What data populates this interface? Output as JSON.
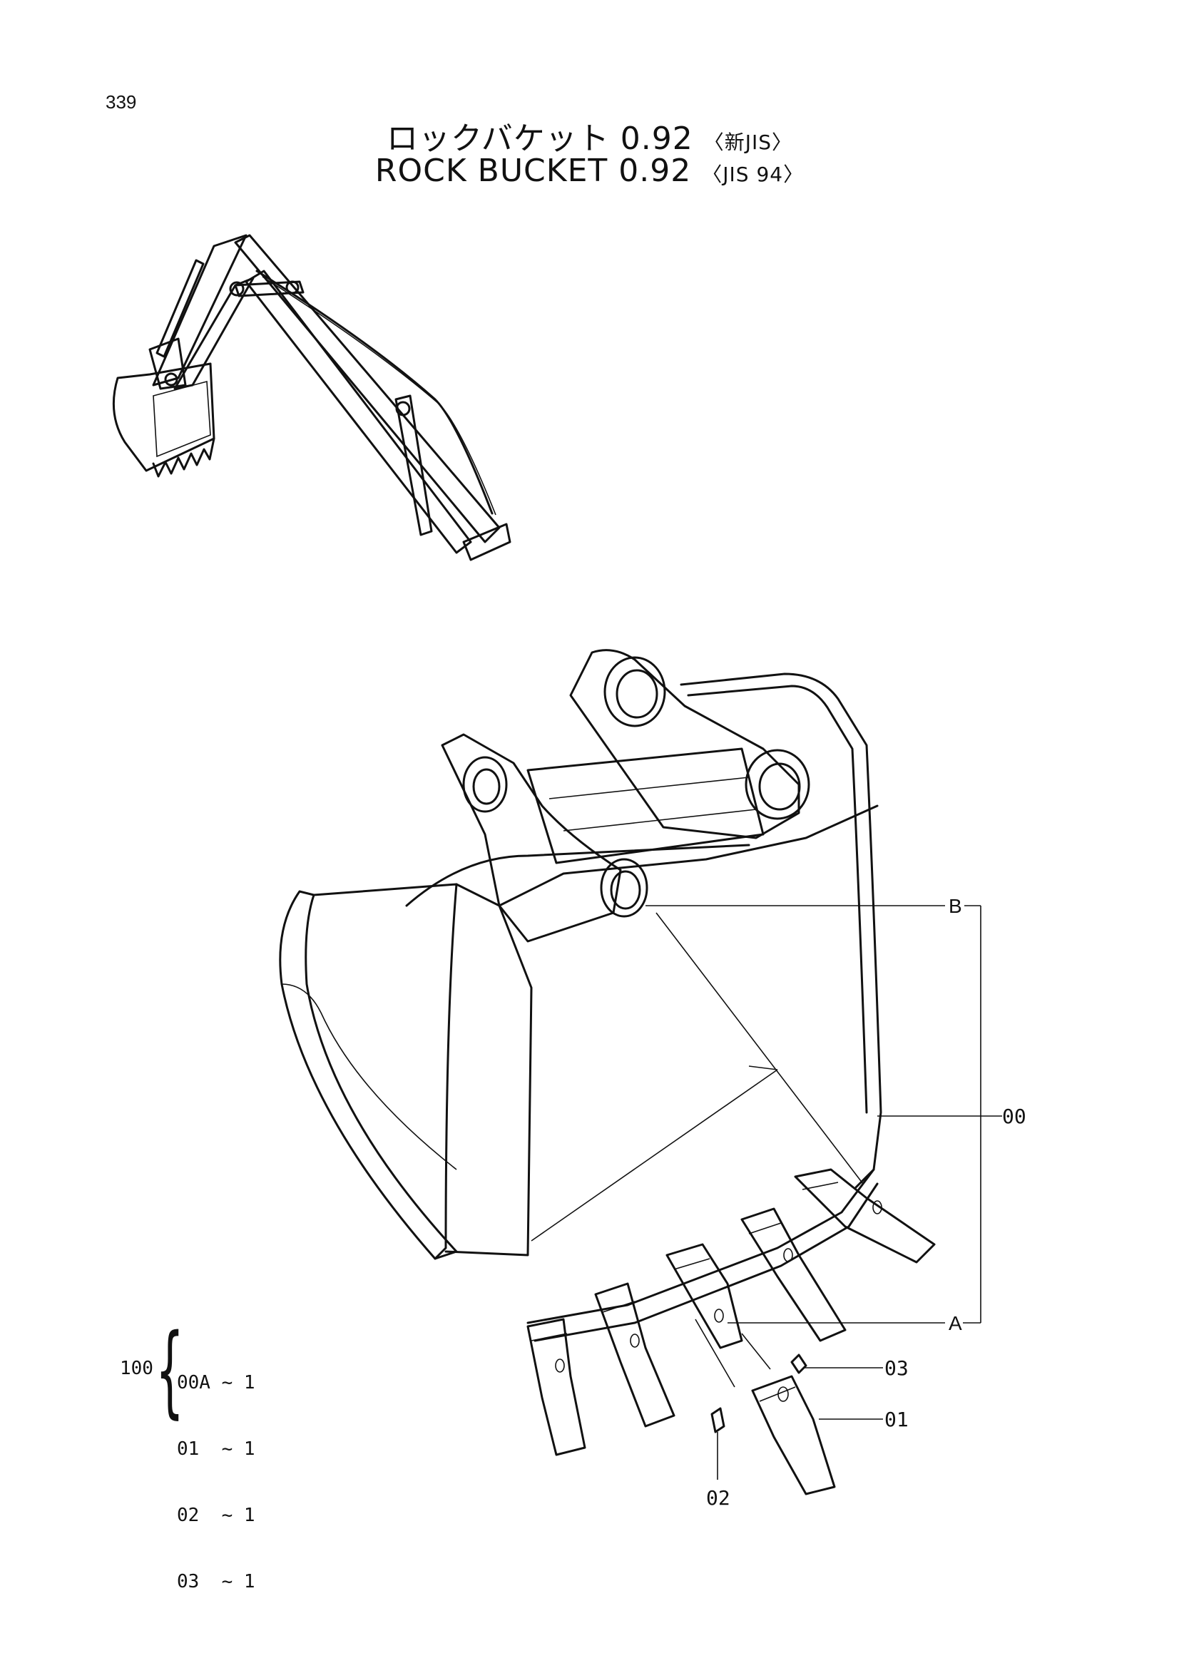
{
  "page_number": "339",
  "title": {
    "jp_main": "ロックバケット 0.92",
    "jp_sub": "〈新JIS〉",
    "en_main": "ROCK BUCKET 0.92",
    "en_sub": "〈JIS 94〉"
  },
  "callouts": {
    "b": "B",
    "a": "A",
    "p00": "00",
    "p01": "01",
    "p02": "02",
    "p03": "03"
  },
  "kit": {
    "number": "100",
    "items": [
      {
        "part": "00A",
        "qty": "~ 1"
      },
      {
        "part": "01",
        "qty": "~ 1"
      },
      {
        "part": "02",
        "qty": "~ 1"
      },
      {
        "part": "03",
        "qty": "~ 1"
      }
    ]
  }
}
